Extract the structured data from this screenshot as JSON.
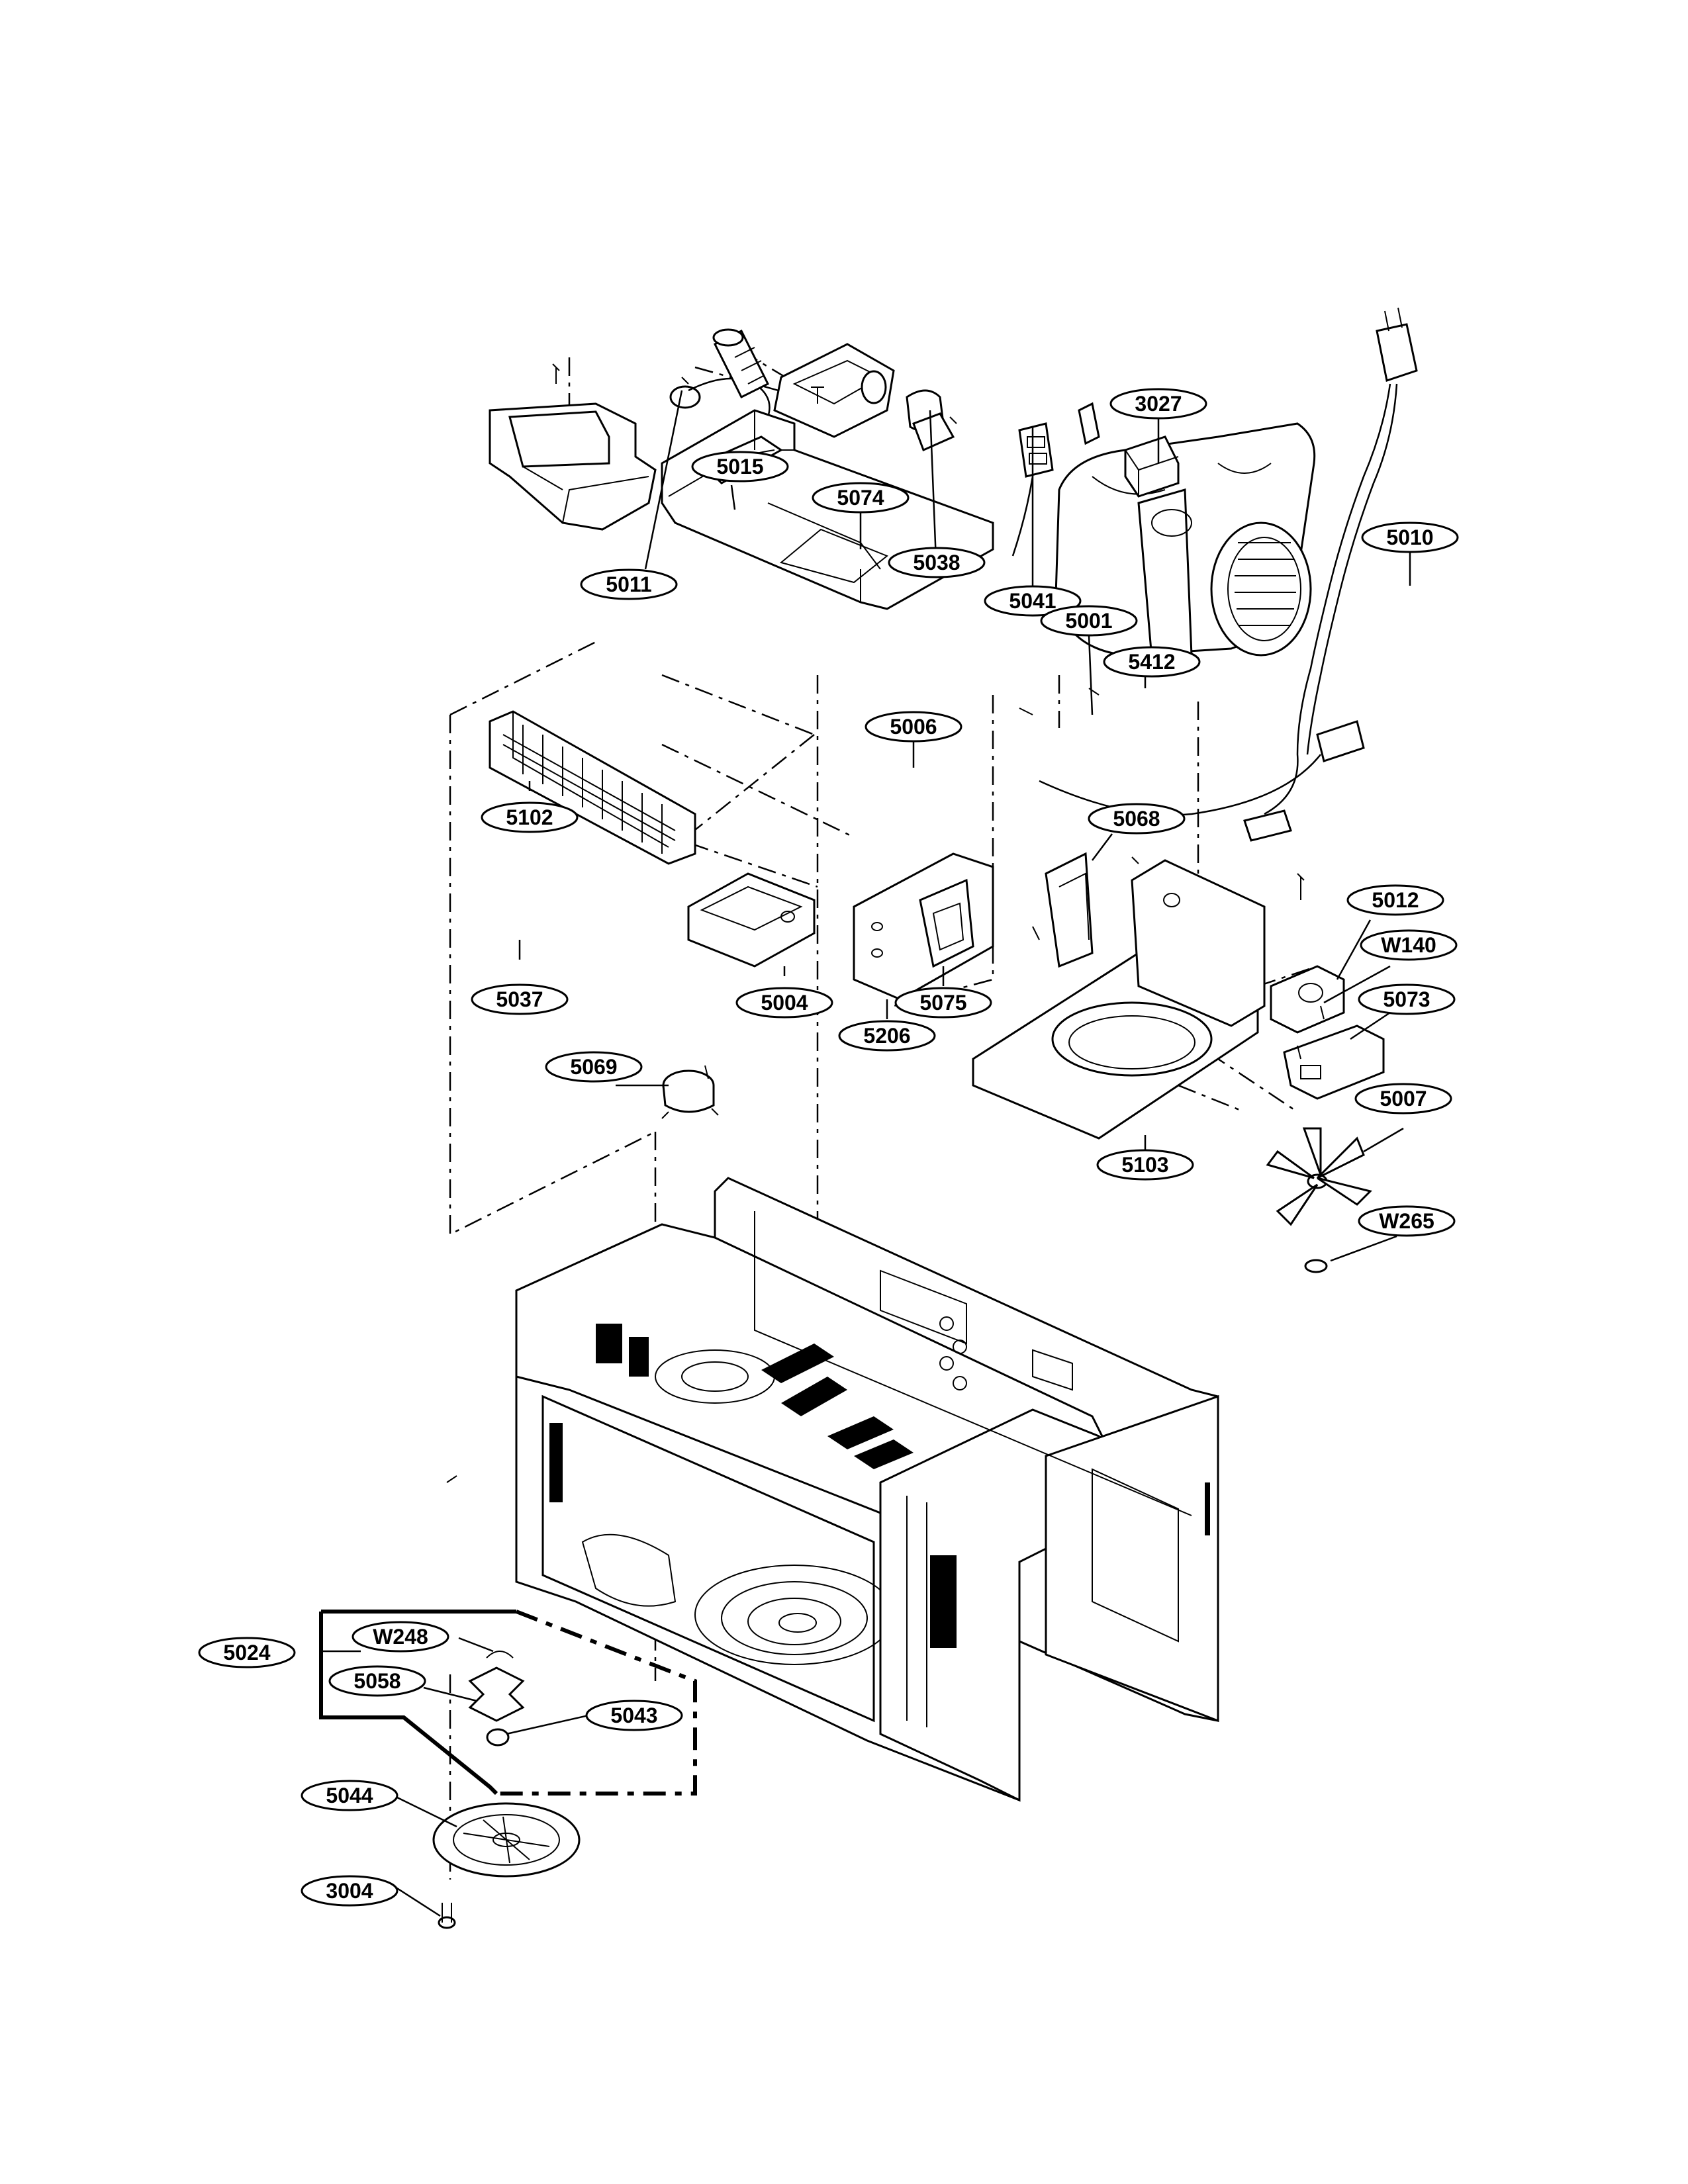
{
  "callouts": {
    "c3027": "3027",
    "c5015": "5015",
    "c5074": "5074",
    "c5010": "5010",
    "c5011": "5011",
    "c5038": "5038",
    "c5041": "5041",
    "c5001": "5001",
    "c5412": "5412",
    "c5006": "5006",
    "c5102": "5102",
    "c5068": "5068",
    "c5012": "5012",
    "cW140": "W140",
    "c5073": "5073",
    "c5037": "5037",
    "c5004": "5004",
    "c5075": "5075",
    "c5206": "5206",
    "c5069": "5069",
    "c5007": "5007",
    "c5103": "5103",
    "cW265": "W265",
    "c5024": "5024",
    "cW248": "W248",
    "c5058": "5058",
    "c5043": "5043",
    "c5044": "5044",
    "c3004": "3004"
  }
}
